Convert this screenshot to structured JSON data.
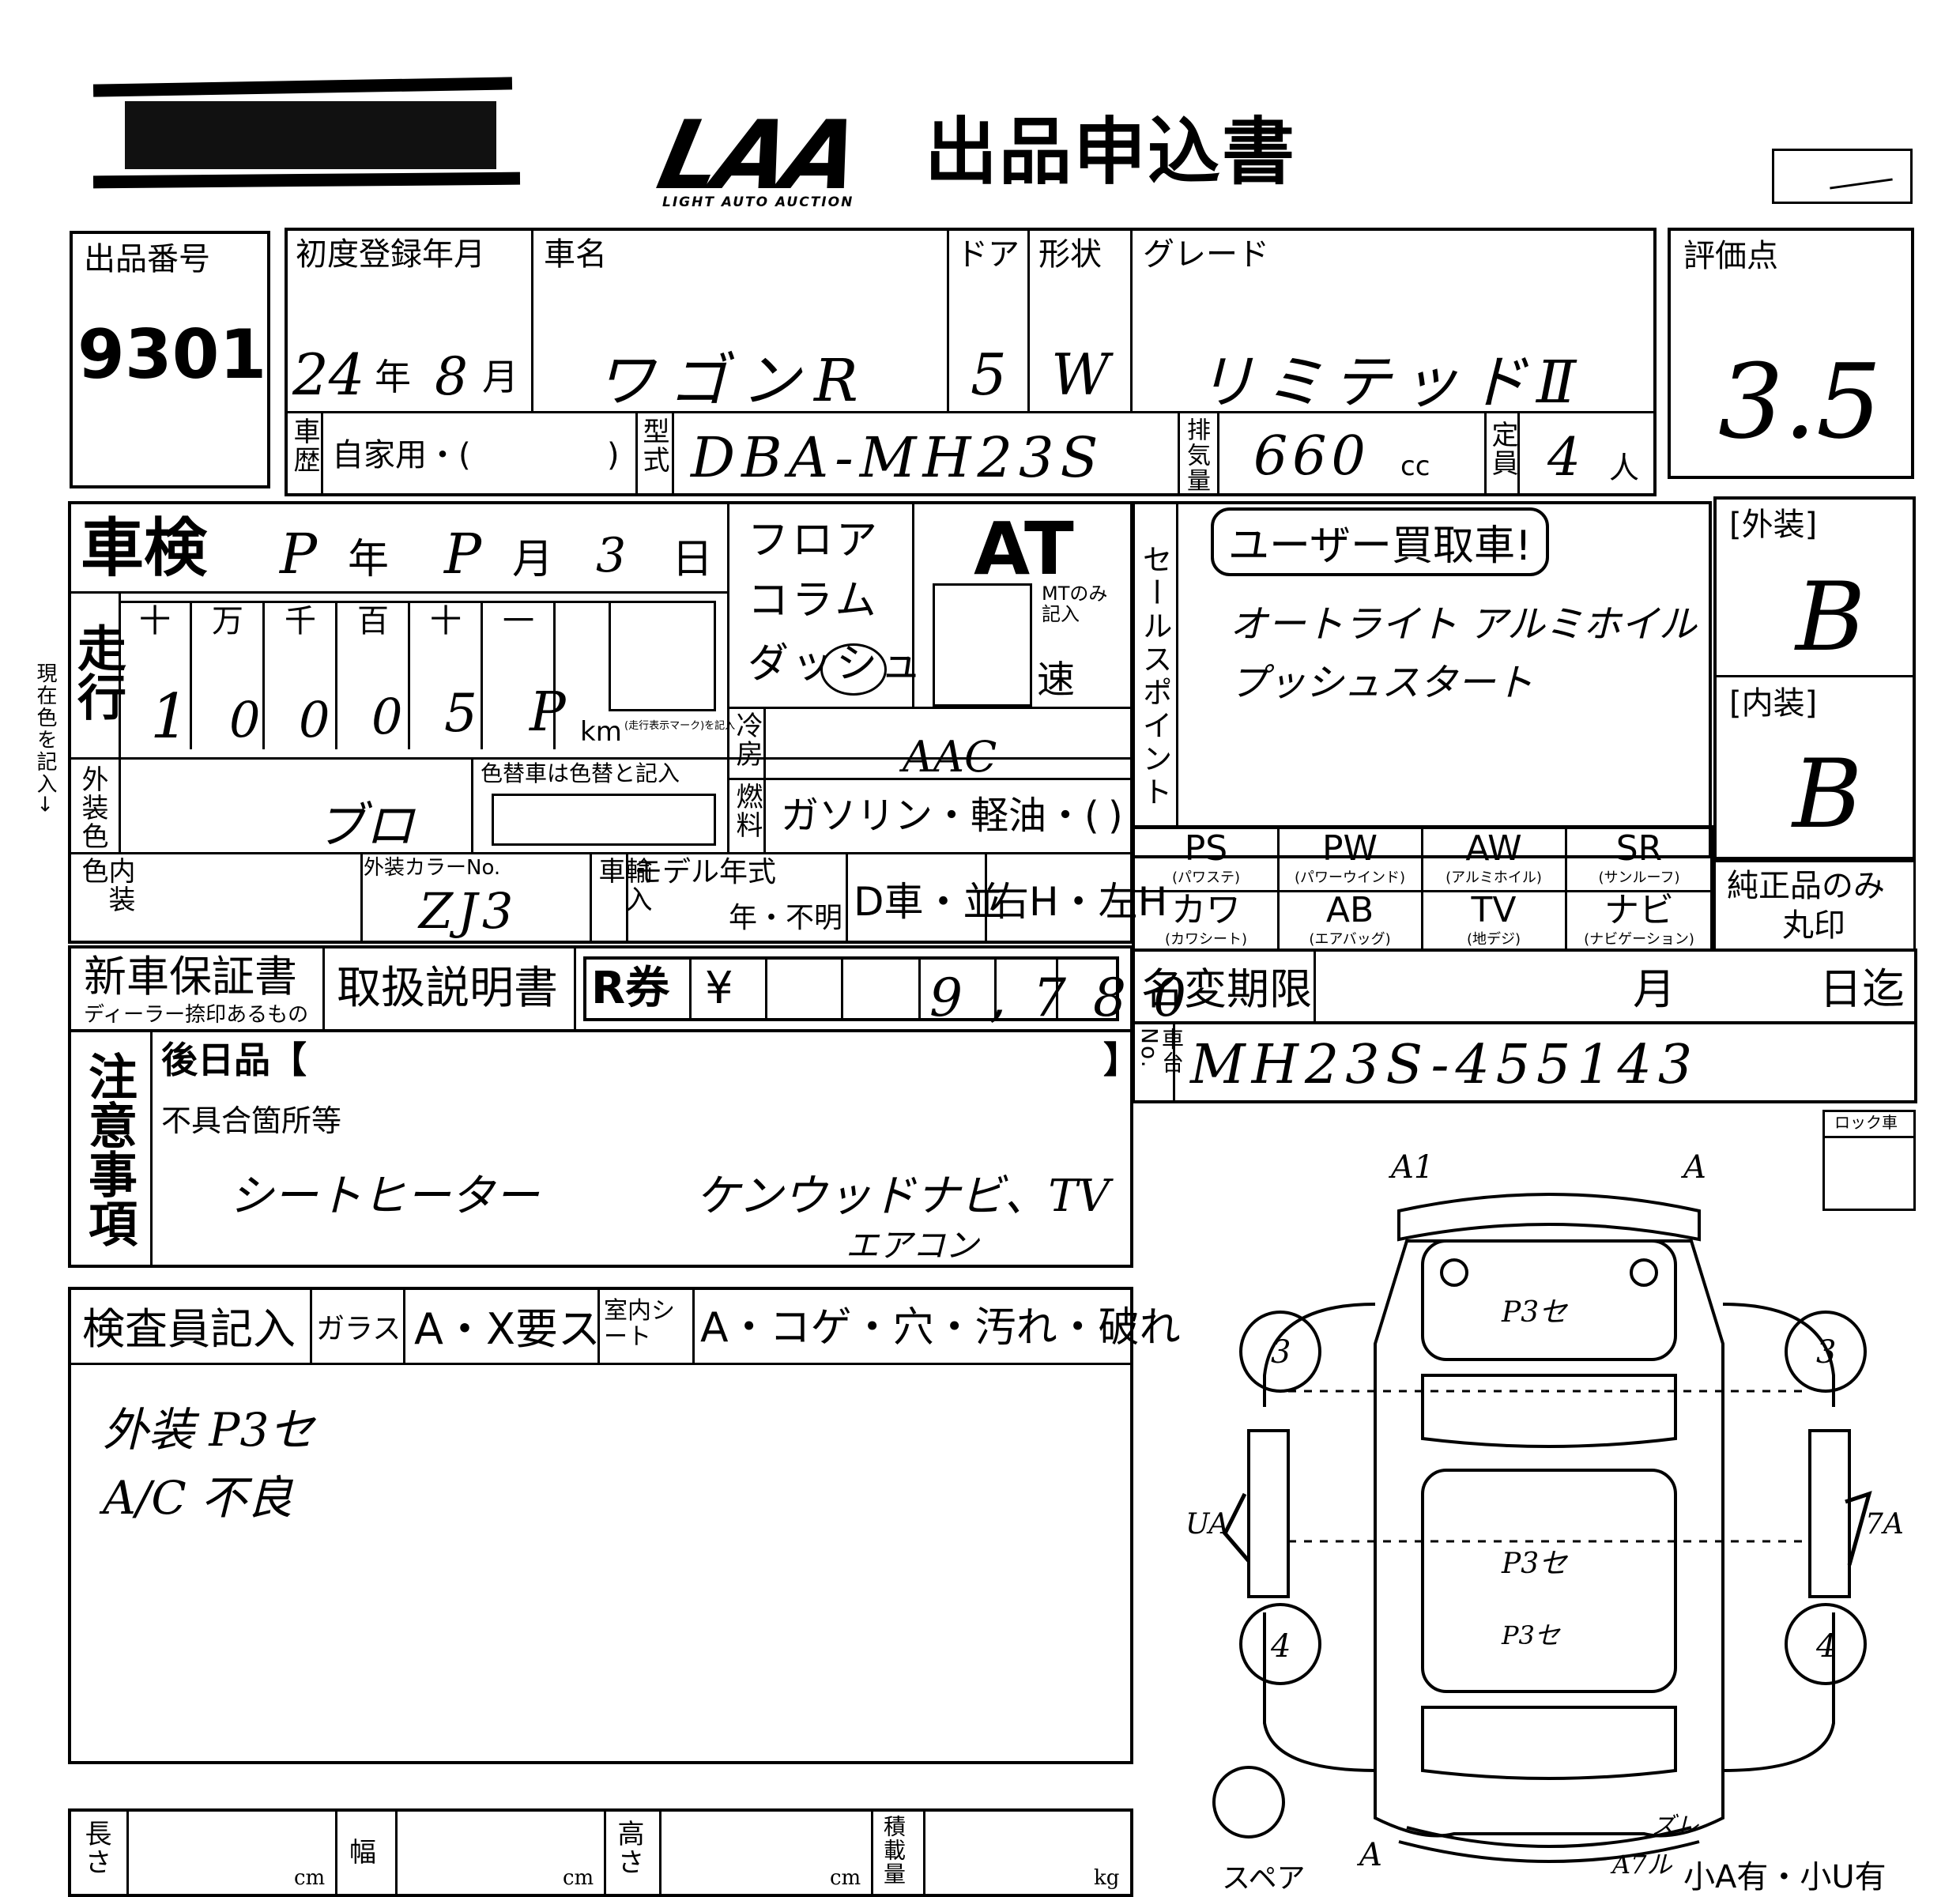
{
  "header": {
    "logo_text": "LAA",
    "logo_sub": "LIGHT AUTO AUCTION",
    "title": "出品申込書"
  },
  "lot": {
    "label": "出品番号",
    "value": "9301"
  },
  "registration": {
    "label": "初度登録年月",
    "year": "24",
    "year_unit": "年",
    "month": "8",
    "month_unit": "月"
  },
  "car_name": {
    "label": "車名",
    "value": "ワゴンR"
  },
  "door": {
    "label": "ドア",
    "value": "5"
  },
  "shape": {
    "label": "形状",
    "value": "W"
  },
  "grade": {
    "label": "グレード",
    "value": "リミテッドⅡ"
  },
  "score": {
    "label": "評価点",
    "value": "3.5"
  },
  "history": {
    "label": "車歴",
    "value": "自家用・(",
    "close": ")"
  },
  "model_type": {
    "label": "型式",
    "value": "DBA-MH23S"
  },
  "displacement": {
    "label": "排気量",
    "value": "660",
    "unit": "cc"
  },
  "capacity": {
    "label": "定員",
    "value": "4",
    "unit": "人"
  },
  "inspection": {
    "label": "車検",
    "year": "P",
    "year_unit": "年",
    "month": "P",
    "month_unit": "月",
    "day": "3",
    "day_unit": "日"
  },
  "shift": {
    "options": "フロア・コラム・ダッシュ",
    "line1": "フロア",
    "line2": "コラム",
    "line3": "ダッシュ",
    "type": "AT",
    "mt_note": "MTのみ記入",
    "speed_label": "速"
  },
  "mileage": {
    "label": "走行",
    "digit_headers": [
      "十",
      "万",
      "千",
      "百",
      "十",
      "一"
    ],
    "digits": [
      "1",
      "0",
      "0",
      "0",
      "5",
      "P"
    ],
    "unit": "km",
    "meter_note": "(走行表示マーク)を記入"
  },
  "ext_color": {
    "label": "外装色",
    "value": "ブロ",
    "swap_label": "色替車は色替と記入"
  },
  "current_color_note": "現在色を記入→",
  "ac": {
    "label": "冷房",
    "value": "AAC"
  },
  "fuel": {
    "label": "燃料",
    "value": "ガソリン・軽油・(",
    "close": ")"
  },
  "int_color": {
    "label": "内装色",
    "color_no_label": "外装カラーNo.",
    "color_no": "ZJ3"
  },
  "import": {
    "label": "輸入車",
    "model_year_label": "モデル年式",
    "year_unknown": "年・不明",
    "dealer": "D車・並",
    "handle": "右H・左H"
  },
  "sales_point": {
    "label": "セールスポイント",
    "badge": "ユーザー買取車!",
    "line1": "オートライト アルミホイル",
    "line2": "プッシュスタート"
  },
  "exterior": {
    "label": "[外装]",
    "value": "B"
  },
  "interior": {
    "label": "[内装]",
    "value": "B"
  },
  "equipment": [
    {
      "code": "PS",
      "sub": "(パワステ)"
    },
    {
      "code": "PW",
      "sub": "(パワーウインド)"
    },
    {
      "code": "AW",
      "sub": "(アルミホイル)"
    },
    {
      "code": "SR",
      "sub": "(サンルーフ)"
    },
    {
      "code": "カワ",
      "sub": "(カワシート)"
    },
    {
      "code": "AB",
      "sub": "(エアバッグ)"
    },
    {
      "code": "TV",
      "sub": "(地デジ)"
    },
    {
      "code": "ナビ",
      "sub": "(ナビゲーション)"
    }
  ],
  "genuine_only": {
    "line1": "純正品のみ",
    "line2": "丸印"
  },
  "warranty": {
    "label": "新車保証書",
    "sub": "ディーラー捺印あるもの"
  },
  "manual": {
    "label": "取扱説明書"
  },
  "recycle": {
    "label": "R券",
    "yen": "¥",
    "value": "9,780"
  },
  "name_change": {
    "label": "名変期限",
    "month": "月",
    "day": "日迄"
  },
  "chassis": {
    "label": "車台No.",
    "value": "MH23S-455143"
  },
  "notes": {
    "label": "注意事項",
    "later": "後日品【",
    "later_close": "】",
    "defect_label": "不具合箇所等",
    "hw1": "シートヒーター",
    "hw2": "ケンウッドナビ、TV",
    "hw3": "エアコン"
  },
  "lock": {
    "label": "ロック車"
  },
  "inspector": {
    "label": "検査員記入",
    "glass": "ガラス",
    "glass_value": "A・X要ス",
    "seat": "室内シート",
    "seat_value": "A・コゲ・穴・汚れ・破れ",
    "note1": "外装 P3セ",
    "note2": "A/C 不良"
  },
  "dims": {
    "length": "長さ",
    "width": "幅",
    "height": "高さ",
    "load": "積載量",
    "cm": "cm",
    "kg": "kg"
  },
  "diagram": {
    "marks": [
      "A1",
      "A",
      "3",
      "3",
      "P3セ",
      "UA",
      "P3セ",
      "P3セ",
      "7A",
      "4",
      "4",
      "ズレ",
      "A",
      "A7ル"
    ],
    "spare": "スペア",
    "small": "小A有・小U有"
  },
  "colors": {
    "ink": "#000000",
    "paper": "#ffffff"
  }
}
